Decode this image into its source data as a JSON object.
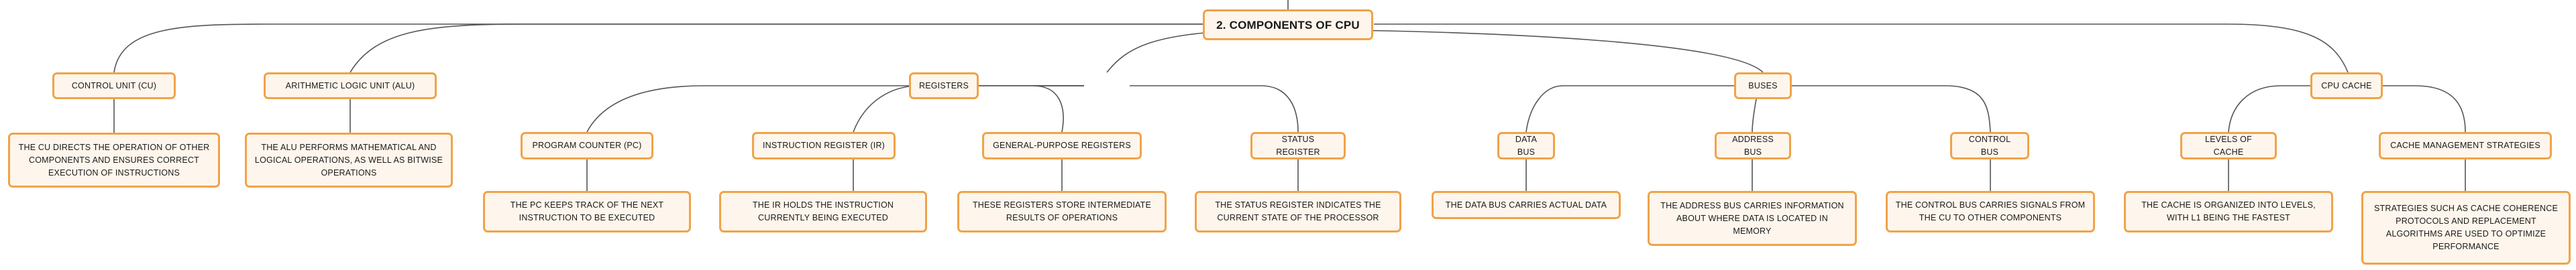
{
  "root": {
    "label": "2. Components of CPU"
  },
  "sections": {
    "cu": {
      "label": "Control Unit (CU)",
      "desc": "The CU directs the operation of other components and ensures correct execution of instructions"
    },
    "alu": {
      "label": "Arithmetic Logic Unit (ALU)",
      "desc": "The ALU performs mathematical and logical operations, as well as bitwise operations"
    },
    "registers": {
      "label": "Registers",
      "items": [
        {
          "label": "Program Counter (PC)",
          "desc": "The PC keeps track of the next instruction to be executed"
        },
        {
          "label": "Instruction Register (IR)",
          "desc": "The IR holds the instruction currently being executed"
        },
        {
          "label": "General-Purpose Registers",
          "desc": "These registers store intermediate results of operations"
        },
        {
          "label": "Status Register",
          "desc": "The status register indicates the current state of the processor"
        }
      ]
    },
    "buses": {
      "label": "Buses",
      "items": [
        {
          "label": "Data Bus",
          "desc": "The data bus carries actual data"
        },
        {
          "label": "Address Bus",
          "desc": "The address bus carries information about where data is located in memory"
        },
        {
          "label": "Control Bus",
          "desc": "The control bus carries signals from the CU to other components"
        }
      ]
    },
    "cache": {
      "label": "CPU Cache",
      "items": [
        {
          "label": "Levels of Cache",
          "desc": "The cache is organized into levels, with L1 being the fastest"
        },
        {
          "label": "Cache Management Strategies",
          "desc": "Strategies such as cache coherence protocols and replacement algorithms are used to optimize performance"
        }
      ]
    }
  },
  "colors": {
    "node_fill": "#fef6ec",
    "node_border": "#f0a349",
    "edge": "#555555"
  }
}
